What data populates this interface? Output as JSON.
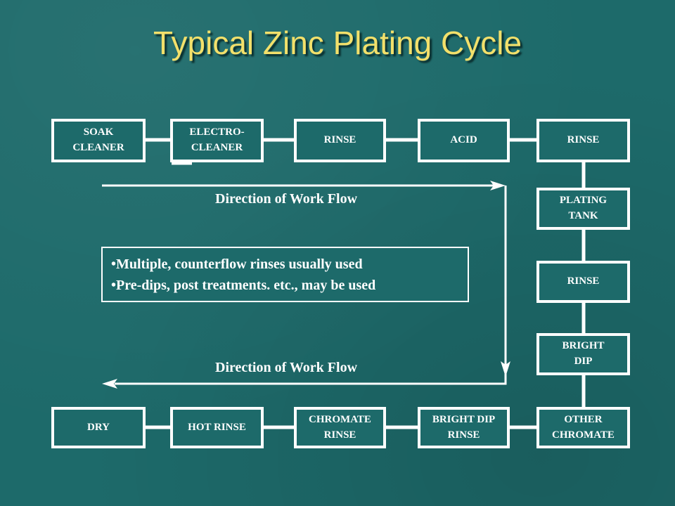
{
  "title": "Typical Zinc Plating Cycle",
  "steps": {
    "soak_cleaner": "SOAK\nCLEANER",
    "electro_cleaner": "ELECTRO-\nCLEANER",
    "rinse_1": "RINSE",
    "acid": "ACID",
    "rinse_2": "RINSE",
    "plating_tank": "PLATING\nTANK",
    "rinse_3": "RINSE",
    "bright_dip": "BRIGHT\nDIP",
    "other_chromate": "OTHER\nCHROMATE",
    "bright_dip_rinse": "BRIGHT DIP\nRINSE",
    "chromate_rinse": "CHROMATE\nRINSE",
    "hot_rinse": "HOT RINSE",
    "dry": "DRY"
  },
  "flow": {
    "top_label": "Direction of Work Flow",
    "bottom_label": "Direction of Work Flow"
  },
  "notes": [
    "•Multiple, counterflow rinses usually used",
    "•Pre-dips, post treatments. etc., may be used"
  ],
  "colors": {
    "background": "#1d6a6a",
    "title": "#f2e06b",
    "lines": "#ffffff"
  }
}
